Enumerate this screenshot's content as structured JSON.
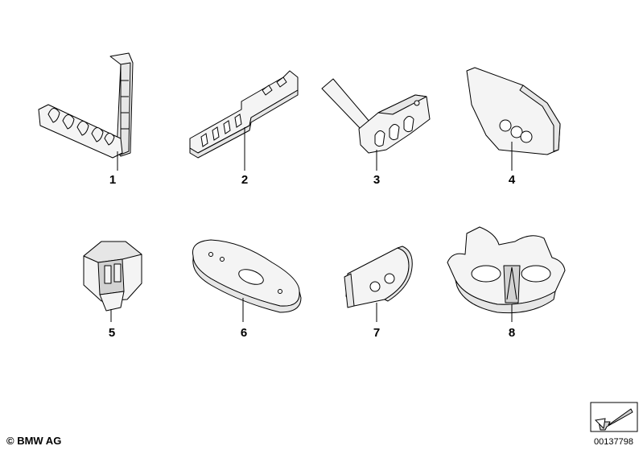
{
  "parts": [
    {
      "id": "part-1",
      "number": "1"
    },
    {
      "id": "part-2",
      "number": "2"
    },
    {
      "id": "part-3",
      "number": "3"
    },
    {
      "id": "part-4",
      "number": "4"
    },
    {
      "id": "part-5",
      "number": "5"
    },
    {
      "id": "part-6",
      "number": "6"
    },
    {
      "id": "part-7",
      "number": "7"
    },
    {
      "id": "part-8",
      "number": "8"
    }
  ],
  "footer": {
    "copyright": "© BMW AG",
    "diagram_id": "00137798"
  }
}
